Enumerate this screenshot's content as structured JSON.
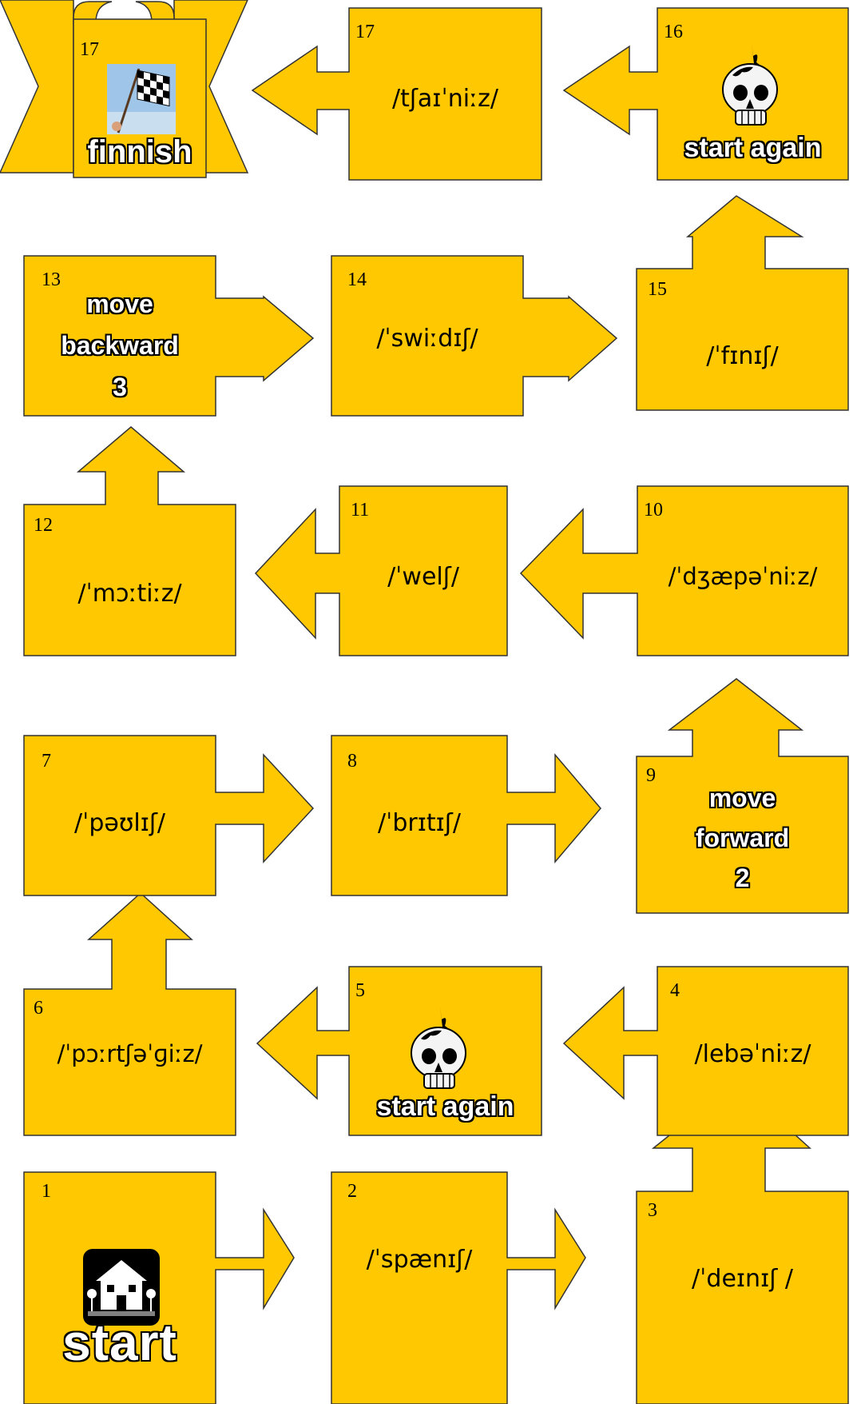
{
  "colors": {
    "tile": "#ffc800",
    "border": "#333333",
    "outline_text_fill": "#ffffff"
  },
  "cells": {
    "c1": {
      "num": "1",
      "label": "start",
      "icon": "house-icon"
    },
    "c2": {
      "num": "2",
      "text": "/ˈspænɪʃ/"
    },
    "c3": {
      "num": "3",
      "text": "/ˈdeɪnɪʃ /"
    },
    "c4": {
      "num": "4",
      "text": "/lebəˈniːz/"
    },
    "c5": {
      "num": "5",
      "label": "start again",
      "icon": "skull-icon"
    },
    "c6": {
      "num": "6",
      "text": "/ˈpɔːrtʃəˈɡiːz/"
    },
    "c7": {
      "num": "7",
      "text": "/ˈpəʊlɪʃ/"
    },
    "c8": {
      "num": "8",
      "text": "/ˈbrɪtɪʃ/"
    },
    "c9": {
      "num": "9",
      "label_lines": [
        "move",
        "forward",
        "2"
      ]
    },
    "c10": {
      "num": "10",
      "text": "/ˈdʒæpəˈniːz/"
    },
    "c11": {
      "num": "11",
      "text": "/ˈwelʃ/"
    },
    "c12": {
      "num": "12",
      "text": "/ˈmɔːtiːz/"
    },
    "c13": {
      "num": "13",
      "label_lines": [
        "move",
        "backward",
        "3"
      ]
    },
    "c14": {
      "num": "14",
      "text": "/ˈswiːdɪʃ/"
    },
    "c15": {
      "num": "15",
      "text": "/ˈfɪnɪʃ/"
    },
    "c16": {
      "num": "16",
      "label": "start again",
      "icon": "skull-icon"
    },
    "c17": {
      "num": "17",
      "text": "/tʃaɪˈniːz/"
    },
    "c18": {
      "num": "17",
      "label": "finnish",
      "icon": "checkered-flag-icon"
    }
  }
}
